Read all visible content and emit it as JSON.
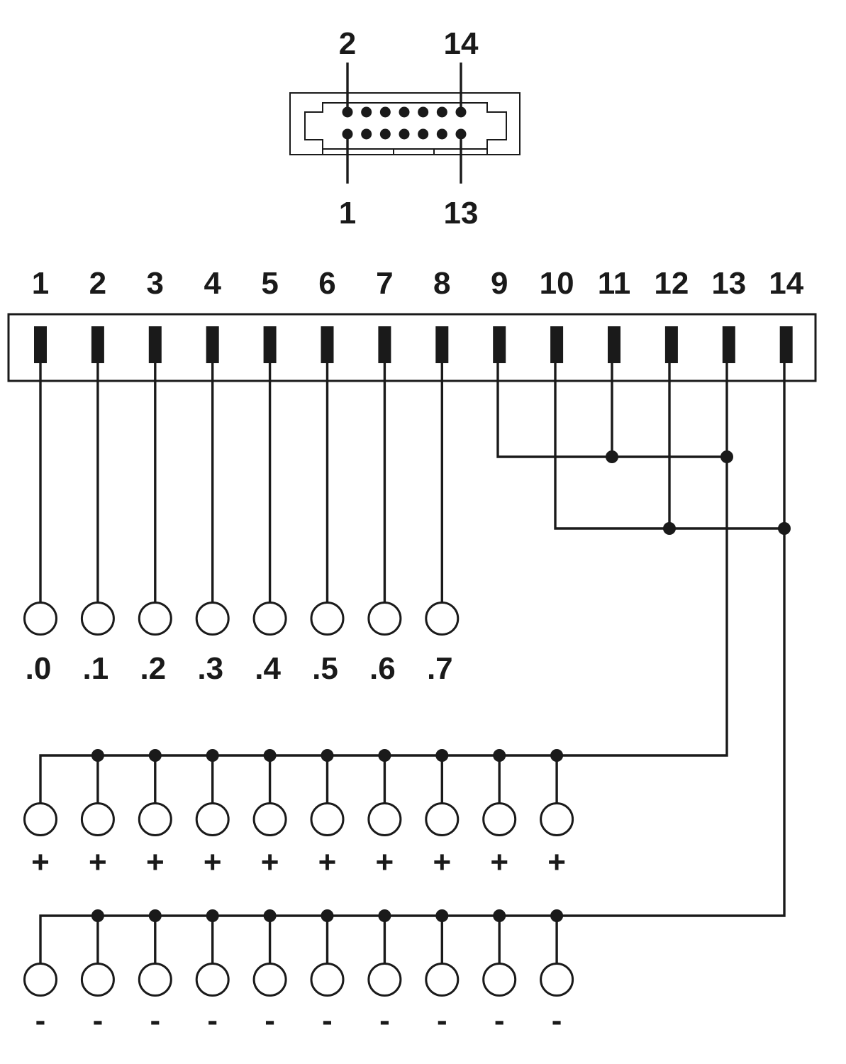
{
  "connector": {
    "pin_labels": [
      "2",
      "14",
      "1",
      "13"
    ],
    "pins_per_row": 7
  },
  "header": {
    "pin_numbers": [
      "1",
      "2",
      "3",
      "4",
      "5",
      "6",
      "7",
      "8",
      "9",
      "10",
      "11",
      "12",
      "13",
      "14"
    ]
  },
  "signals": {
    "labels": [
      ".0",
      ".1",
      ".2",
      ".3",
      ".4",
      ".5",
      ".6",
      ".7"
    ]
  },
  "plus_rail": {
    "count": 10,
    "label": "+",
    "source_pins": [
      "9",
      "11",
      "13"
    ]
  },
  "minus_rail": {
    "count": 10,
    "label": "-",
    "source_pins": [
      "10",
      "12",
      "14"
    ]
  },
  "colors": {
    "ink": "#1a1a1a",
    "background": "#ffffff"
  }
}
